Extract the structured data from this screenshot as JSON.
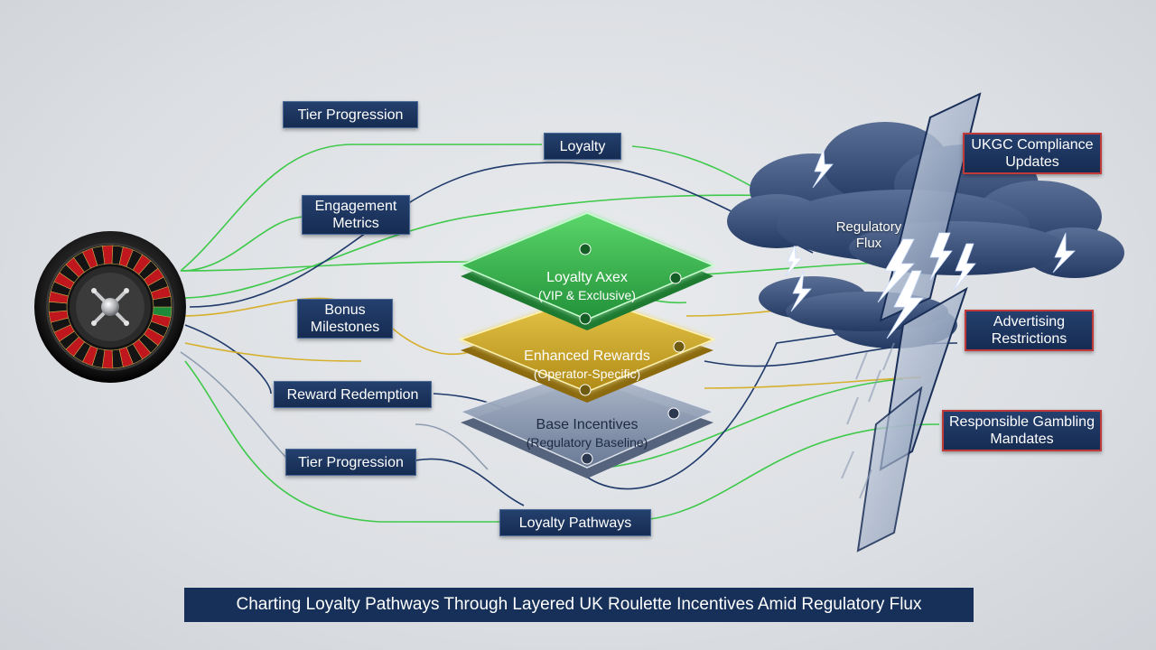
{
  "diagram": {
    "caption": "Charting Loyalty Pathways Through Layered UK Roulette Incentives Amid Regulatory Flux",
    "pathway_labels": {
      "tier_progression_top": "Tier Progression",
      "loyalty": "Loyalty",
      "engagement_metrics": [
        "Engagement",
        "Metrics"
      ],
      "bonus_milestones": [
        "Bonus",
        "Milestones"
      ],
      "reward_redemption": "Reward Redemption",
      "tier_progression_bottom": "Tier Progression",
      "loyalty_pathways": "Loyalty Pathways"
    },
    "layers": [
      {
        "title": "Loyalty Axex",
        "subtitle": "(VIP & Exclusive)",
        "color": "#3fbf5a"
      },
      {
        "title": "Enhanced Rewards",
        "subtitle": "(Operator-Specific)",
        "color": "#d9b52e"
      },
      {
        "title": "Base Incentives",
        "subtitle": "(Regulatory Baseline)",
        "color": "#8a9ab5"
      }
    ],
    "storm": {
      "label": [
        "Regulatory",
        "Flux"
      ]
    },
    "regulatory_labels": {
      "ukgc": [
        "UKGC Compliance",
        "Updates"
      ],
      "advertising": [
        "Advertising",
        "Restrictions"
      ],
      "responsible": [
        "Responsible Gambling",
        "Mandates"
      ]
    },
    "colors": {
      "green_path": "#3ec94a",
      "gold_path": "#d6b02c",
      "navy_path": "#1f3a6b",
      "grey_path": "#8e9bb0",
      "label_bg": "#1b3560",
      "alert_border": "#c13a3a"
    },
    "icons": [
      "roulette-wheel-icon",
      "lightning-icon",
      "storm-cloud-icon",
      "glass-panel-icon"
    ]
  }
}
